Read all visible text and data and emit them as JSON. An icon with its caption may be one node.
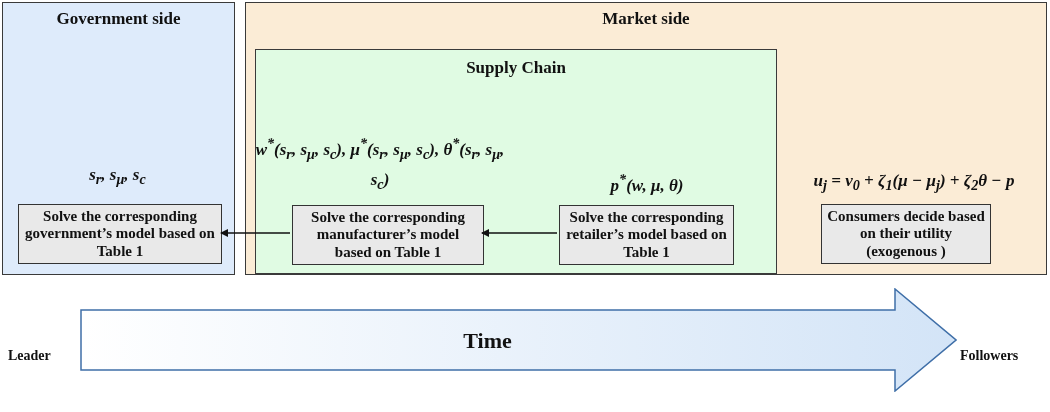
{
  "diagram": {
    "nodes": [
      {
        "text": [
          "Government side"
        ]
      },
      {
        "text": [
          "Solve the corresponding government’s model based on Table 1"
        ],
        "in": 0,
        "beside": [
          "s$_{r}$, s$_{μ}$, s$_{c}$"
        ]
      },
      {
        "text": [
          "Market side"
        ]
      },
      {
        "text": [
          "Supply Chain"
        ],
        "in": 2
      },
      {
        "text": [
          "Solve the corresponding manufacturer’s model based on Table 1"
        ],
        "in": 3,
        "beside": [
          "w$^{*}$(s$_{r}$, s$_{μ}$, s$_{c}$), μ$^{*}$(s$_{r}$, s$_{μ}$, s$_{c}$), θ$^{*}$(s$_{r}$, s$_{μ}$, s$_{c}$)"
        ]
      },
      {
        "text": [
          "Solve the corresponding retailer’s model based on Table 1"
        ],
        "in": 3,
        "beside": [
          "p$^{*}$(w, μ, θ)"
        ]
      },
      {
        "text": [
          "Consumers decide based on their utility (exogenous )"
        ],
        "in": 2,
        "beside": [
          "u$_{j}$ = v$_{0}$ + ζ$_{1}$(μ − μ$_{j}$) + ζ$_{2}$θ − p"
        ]
      },
      {
        "text": [
          "Time"
        ]
      }
    ],
    "edges": [
      {
        "from": 5,
        "to": 4,
        "arrow": "to"
      },
      {
        "from": 4,
        "to": 1,
        "arrow": "to"
      }
    ],
    "labels": [
      "Leader",
      "Followers"
    ]
  }
}
